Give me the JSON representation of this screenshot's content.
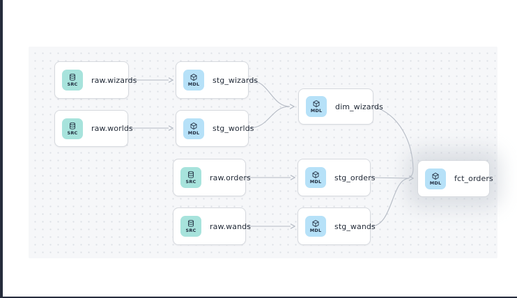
{
  "page": {
    "background": "#ffffff",
    "left_edge_color": "#262c3c",
    "bottom_edge_color": "#262c3c"
  },
  "canvas": {
    "background": "#f6f7f9",
    "dot_color": "#dcdfe5",
    "edge_color": "#b4bac4",
    "node_border_color": "#d6d9de",
    "node_text_color": "#232b38"
  },
  "badge_styles": {
    "SRC": {
      "label": "SRC",
      "bg": "#a7e3dc",
      "icon": "database-icon"
    },
    "MDL": {
      "label": "MDL",
      "bg": "#b6e1f8",
      "icon": "cube-icon"
    }
  },
  "nodes": [
    {
      "label": "raw.wizards",
      "badge": "SRC"
    },
    {
      "label": "stg_wizards",
      "badge": "MDL"
    },
    {
      "label": "raw.worlds",
      "badge": "SRC"
    },
    {
      "label": "stg_worlds",
      "badge": "MDL"
    },
    {
      "label": "dim_wizards",
      "badge": "MDL"
    },
    {
      "label": "raw.orders",
      "badge": "SRC"
    },
    {
      "label": "stg_orders",
      "badge": "MDL"
    },
    {
      "label": "raw.wands",
      "badge": "SRC"
    },
    {
      "label": "stg_wands",
      "badge": "MDL",
      "highlighted": false
    },
    {
      "label": "fct_orders",
      "badge": "MDL",
      "highlighted": true
    }
  ],
  "edges": [
    {
      "from": "raw.wizards",
      "to": "stg_wizards"
    },
    {
      "from": "raw.worlds",
      "to": "stg_worlds"
    },
    {
      "from": "stg_wizards",
      "to": "dim_wizards"
    },
    {
      "from": "stg_worlds",
      "to": "dim_wizards"
    },
    {
      "from": "raw.orders",
      "to": "stg_orders"
    },
    {
      "from": "raw.wands",
      "to": "stg_wands"
    },
    {
      "from": "dim_wizards",
      "to": "fct_orders"
    },
    {
      "from": "stg_orders",
      "to": "fct_orders"
    },
    {
      "from": "stg_wands",
      "to": "fct_orders"
    }
  ]
}
